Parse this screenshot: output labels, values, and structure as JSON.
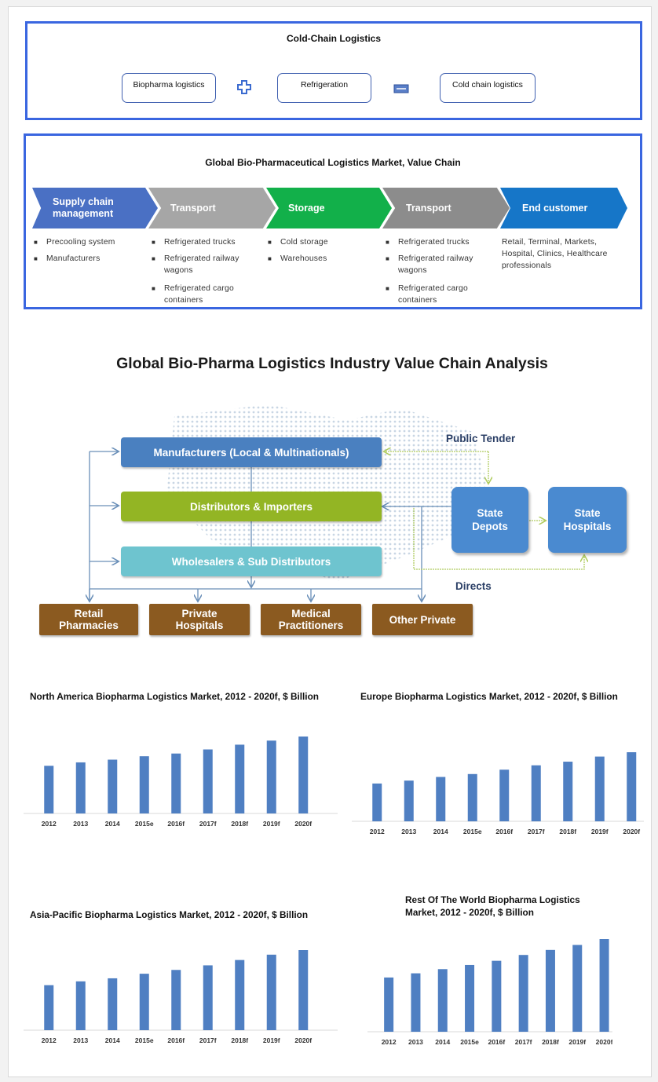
{
  "cold_chain": {
    "title": "Cold-Chain Logistics",
    "items": [
      "Biopharma logistics",
      "Refrigeration",
      "Cold chain logistics"
    ],
    "plus_icon": "plus-icon",
    "equals_icon": "equals-icon"
  },
  "value_chain": {
    "title": "Global Bio-Pharmaceutical Logistics Market, Value Chain",
    "stages": [
      {
        "label": "Supply chain management",
        "color": "#4a70c4",
        "items": [
          "Precooling system",
          "Manufacturers"
        ]
      },
      {
        "label": "Transport",
        "color": "#a6a6a6",
        "items": [
          "Refrigerated trucks",
          "Refrigerated railway wagons",
          "Refrigerated cargo containers"
        ]
      },
      {
        "label": "Storage",
        "color": "#12b04a",
        "items": [
          "Cold storage",
          "Warehouses"
        ]
      },
      {
        "label": "Transport",
        "color": "#8c8c8c",
        "items": [
          "Refrigerated trucks",
          "Refrigerated railway wagons",
          "Refrigerated cargo containers"
        ]
      },
      {
        "label": "End customer",
        "color": "#1676c8",
        "text": "Retail, Terminal, Markets, Hospital, Clinics, Healthcare professionals"
      }
    ]
  },
  "industry": {
    "title": "Global Bio-Pharma Logistics Industry Value Chain Analysis",
    "manufacturers": "Manufacturers (Local & Multinationals)",
    "distributors": "Distributors & Importers",
    "wholesalers": "Wholesalers & Sub Distributors",
    "public_tender": "Public Tender",
    "directs": "Directs",
    "state_depots": "State Depots",
    "state_hospitals": "State Hospitals",
    "retail": "Retail Pharmacies",
    "private_hospitals": "Private Hospitals",
    "medical": "Medical Practitioners",
    "other_private": "Other Private",
    "colors": {
      "blue": "#4a80c0",
      "green": "#93b524",
      "teal": "#6ec4cf",
      "brown": "#8b5a20"
    }
  },
  "chart_data": [
    {
      "type": "bar",
      "title": "North America Biopharma Logistics Market, 2012 - 2020f, $ Billion",
      "categories": [
        "2012",
        "2013",
        "2014",
        "2015e",
        "2016f",
        "2017f",
        "2018f",
        "2019f",
        "2020f"
      ],
      "values": [
        70,
        75,
        79,
        84,
        88,
        94,
        101,
        107,
        113
      ],
      "ylim": [
        0,
        120
      ],
      "color": "#4f7fc2"
    },
    {
      "type": "bar",
      "title": "Europe Biopharma Logistics Market, 2012 - 2020f, $ Billion",
      "categories": [
        "2012",
        "2013",
        "2014",
        "2015e",
        "2016f",
        "2017f",
        "2018f",
        "2019f",
        "2020f"
      ],
      "values": [
        52,
        56,
        61,
        65,
        71,
        77,
        82,
        89,
        95
      ],
      "ylim": [
        0,
        120
      ],
      "color": "#4f7fc2"
    },
    {
      "type": "bar",
      "title": "Asia-Pacific Biopharma Logistics Market, 2012 - 2020f, $ Billion",
      "categories": [
        "2012",
        "2013",
        "2014",
        "2015e",
        "2016f",
        "2017f",
        "2018f",
        "2019f",
        "2020f"
      ],
      "values": [
        59,
        64,
        68,
        74,
        79,
        85,
        92,
        99,
        105
      ],
      "ylim": [
        0,
        120
      ],
      "color": "#4f7fc2"
    },
    {
      "type": "bar",
      "title": "Rest Of The World Biopharma Logistics Market, 2012 - 2020f, $ Billion",
      "categories": [
        "2012",
        "2013",
        "2014",
        "2015e",
        "2016f",
        "2017f",
        "2018f",
        "2019f",
        "2020f"
      ],
      "values": [
        65,
        70,
        75,
        80,
        85,
        92,
        98,
        104,
        111
      ],
      "ylim": [
        0,
        120
      ],
      "color": "#4f7fc2"
    }
  ]
}
